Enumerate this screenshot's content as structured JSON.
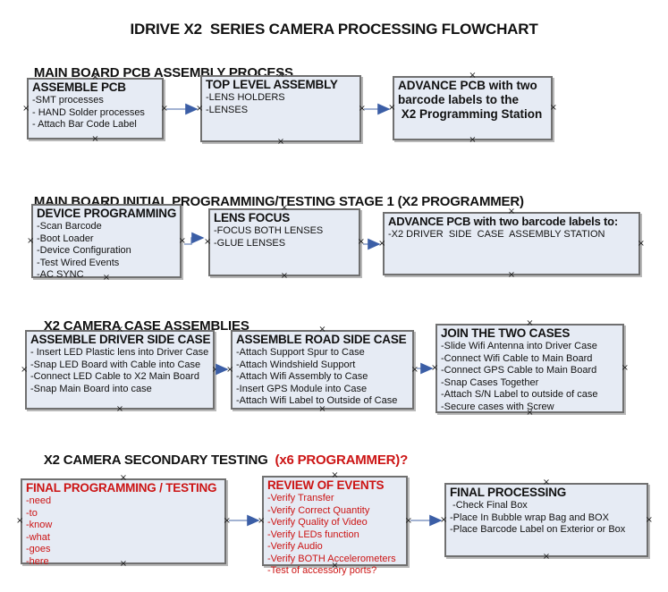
{
  "title": "IDRIVE X2  SERIES CAMERA PROCESSING FLOWCHART",
  "colors": {
    "box_fill": "#e6ebf4",
    "box_border": "#707070",
    "accent_red": "#cc1414",
    "arrow_line": "#8399c4",
    "arrow_head": "#3b5ea6"
  },
  "connection_point_glyph": "×",
  "sections": [
    {
      "heading": "MAIN BOARD PCB ASSEMBLY PROCESS",
      "boxes": [
        {
          "title": "ASSEMBLE PCB",
          "lines": [
            "-SMT processes",
            "- HAND Solder processes",
            "- Attach Bar Code Label"
          ]
        },
        {
          "title": "TOP LEVEL ASSEMBLY",
          "lines": [
            "-LENS HOLDERS",
            "-LENSES"
          ]
        },
        {
          "title_lines": [
            "ADVANCE PCB with two",
            "barcode labels to the",
            " X2 Programming Station"
          ]
        }
      ]
    },
    {
      "heading": "MAIN BOARD INITIAL PROGRAMMING/TESTING STAGE 1 (X2 PROGRAMMER)",
      "boxes": [
        {
          "title": "DEVICE PROGRAMMING",
          "lines": [
            "-Scan Barcode",
            "-Boot Loader",
            "-Device Configuration",
            "-Test Wired Events",
            "-AC SYNC"
          ]
        },
        {
          "title": "LENS FOCUS",
          "lines": [
            "-FOCUS BOTH LENSES",
            "-GLUE LENSES"
          ]
        },
        {
          "title": "ADVANCE PCB with two barcode labels to:",
          "lines": [
            "-X2 DRIVER  SIDE  CASE  ASSEMBLY STATION"
          ]
        }
      ]
    },
    {
      "heading": "X2 CAMERA CASE ASSEMBLIES",
      "boxes": [
        {
          "title": "ASSEMBLE DRIVER SIDE CASE",
          "lines": [
            "- Insert LED Plastic lens into Driver Case",
            "-Snap LED Board with Cable into Case",
            "-Connect LED Cable to X2 Main Board",
            "-Snap Main Board into case"
          ]
        },
        {
          "title": "ASSEMBLE ROAD SIDE CASE",
          "lines": [
            "-Attach Support Spur to Case",
            "-Attach Windshield Support",
            "-Attach Wifi Assembly to Case",
            "-Insert GPS Module into Case",
            "-Attach Wifi Label to Outside of Case"
          ]
        },
        {
          "title": "JOIN THE TWO CASES",
          "lines": [
            "-Slide Wifi Antenna into Driver Case",
            "-Connect Wifi Cable to Main Board",
            "-Connect GPS Cable to Main Board",
            "-Snap Cases Together",
            "-Attach S/N Label to outside of case",
            "-Secure cases with Screw"
          ]
        }
      ]
    },
    {
      "heading": "X2 CAMERA SECONDARY TESTING ",
      "heading_suffix": " (x6 PROGRAMMER)?",
      "boxes": [
        {
          "title": "FINAL PROGRAMMING / TESTING",
          "lines": [
            "-need",
            "-to",
            "-know",
            "-what",
            "-goes",
            "-here"
          ]
        },
        {
          "title": "REVIEW OF EVENTS",
          "lines": [
            "-Verify Transfer",
            "-Verify Correct Quantity",
            "-Verify Quality of Video",
            "-Verify LEDs function",
            "-Verify Audio",
            "-Verify BOTH Accelerometers",
            "-Test of accessory ports?"
          ]
        },
        {
          "title": "FINAL PROCESSING",
          "lines": [
            " -Check Final Box",
            "-Place In Bubble wrap Bag and BOX",
            "-Place Barcode Label on Exterior or Box"
          ]
        }
      ]
    }
  ]
}
